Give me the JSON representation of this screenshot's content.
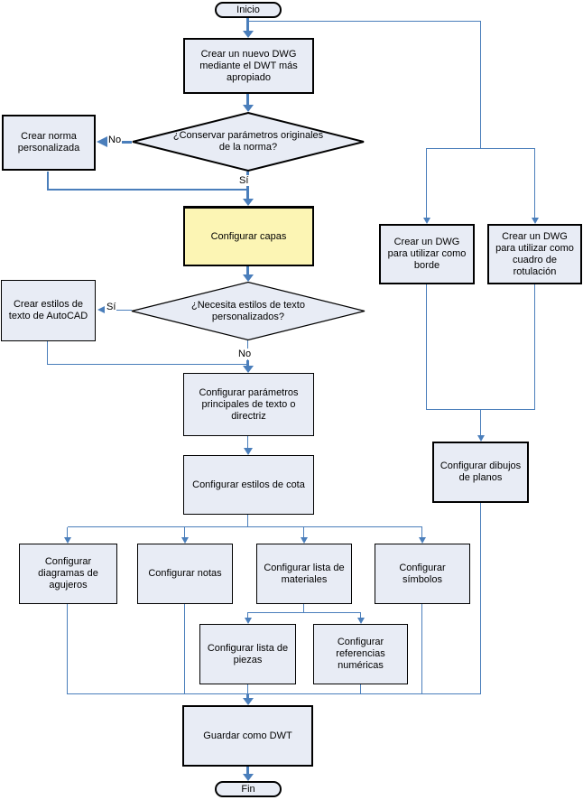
{
  "diagram": {
    "type": "flowchart",
    "language": "es",
    "colors": {
      "connector": "#4a7ebb",
      "node_fill": "#e8ecf5",
      "highlight_fill": "#fcf5b4",
      "node_border": "#000000",
      "background": "#ffffff"
    },
    "nodes": {
      "inicio": "Inicio",
      "crear_dwg": "Crear un nuevo DWG\nmediante el DWT más\napropiado",
      "conservar_q": "¿Conservar parámetros originales\nde la norma?",
      "crear_norma": "Crear norma\npersonalizada",
      "configurar_capas": "Configurar capas",
      "estilos_q": "¿Necesita estilos de texto\npersonalizados?",
      "crear_estilos": "Crear estilos de\ntexto de AutoCAD",
      "parametros_texto": "Configurar parámetros\nprincipales de texto o\ndirectriz",
      "estilos_cota": "Configurar estilos de cota",
      "diagramas_agujeros": "Configurar\ndiagramas de\nagujeros",
      "notas": "Configurar notas",
      "lista_materiales": "Configurar lista de\nmateriales",
      "simbolos": "Configurar\nsímbolos",
      "lista_piezas": "Configurar lista de\npiezas",
      "referencias": "Configurar\nreferencias\nnuméricas",
      "guardar": "Guardar como DWT",
      "fin": "Fin",
      "dwg_borde": "Crear un DWG\npara utilizar como\nborde",
      "dwg_rotulacion": "Crear un DWG\npara utilizar como\ncuadro de\nrotulación",
      "dibujos_planos": "Configurar dibujos\nde planos"
    },
    "edge_labels": {
      "conservar_no": "No",
      "conservar_si": "Sí",
      "estilos_si": "Sí",
      "estilos_no": "No"
    }
  }
}
